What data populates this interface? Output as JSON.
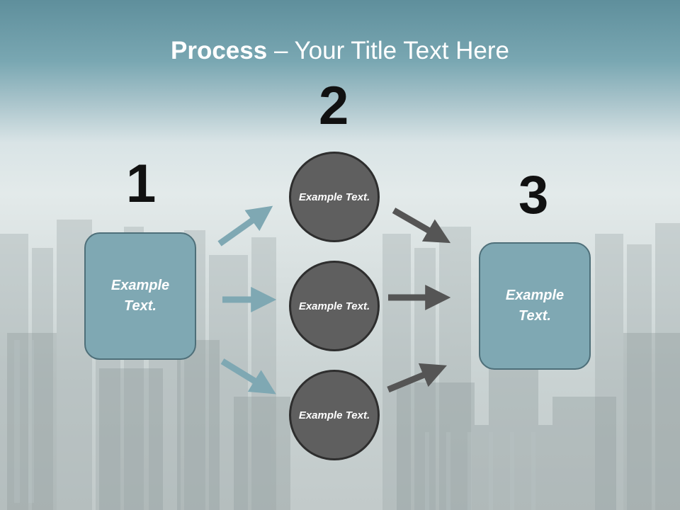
{
  "title": {
    "bold": "Process",
    "rest": " – Your Title Text Here"
  },
  "steps": [
    {
      "number": "1",
      "text": "Example Text."
    },
    {
      "number": "2",
      "circles": [
        "Example Text.",
        "Example Text.",
        "Example Text."
      ]
    },
    {
      "number": "3",
      "text": "Example Text."
    }
  ],
  "colors": {
    "box_fill": "#7fa8b3",
    "circle_fill": "#5f5f5f",
    "arrow_blue": "#7fa8b3",
    "arrow_gray": "#555555"
  }
}
